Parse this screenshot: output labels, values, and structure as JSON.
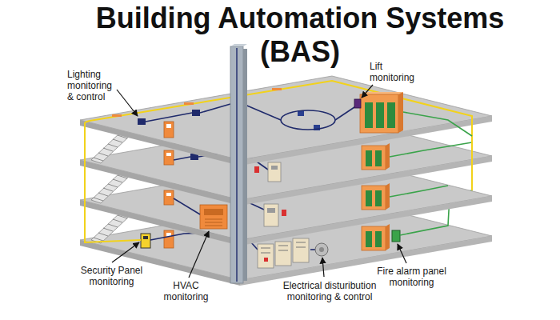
{
  "diagram": {
    "title": "Building Automation Systems (BAS)",
    "labels": [
      "Lighting monitoring & control",
      "Lift monitoring",
      "Security Panel monitoring",
      "HVAC monitoring",
      "Electrical disturibution monitoring & control",
      "Fire alarm panel monitoring"
    ]
  }
}
